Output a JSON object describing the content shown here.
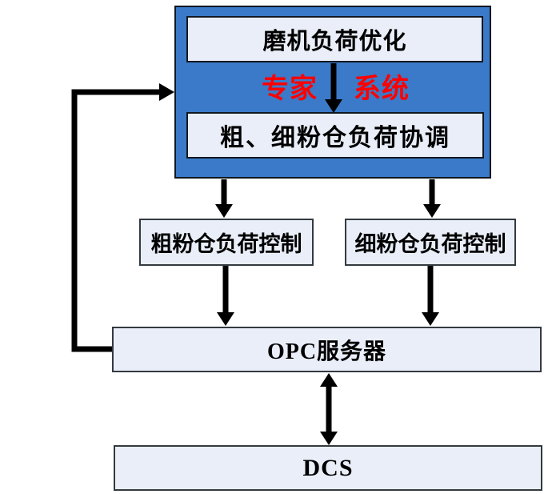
{
  "diagram": {
    "expert_system": {
      "top_box_label": "磨机负荷优化",
      "red_label_left": "专家",
      "red_label_right": "系统",
      "bottom_box_label": "粗、细粉仓负荷协调"
    },
    "controllers": {
      "left_label": "粗粉仓负荷控制",
      "right_label": "细粉仓负荷控制"
    },
    "opc_server_label": "OPC服务器",
    "dcs_label": "DCS",
    "colors": {
      "panel_blue": "#3B7AC8",
      "box_fill": "#E9EEF8",
      "accent_red": "#FF0000",
      "line_color": "#000000",
      "background": "#FFFFFF"
    }
  }
}
